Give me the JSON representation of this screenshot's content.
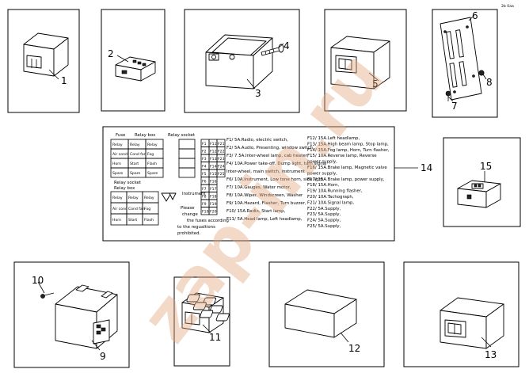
{
  "corner_mark": "2b 0aa",
  "callouts": [
    "1",
    "2",
    "3",
    "4",
    "5",
    "6",
    "7",
    "8",
    "9",
    "10",
    "11",
    "12",
    "13",
    "14",
    "15"
  ],
  "watermark": "zap-in.ru",
  "label_sheet": {
    "left_head": [
      "Fuse",
      "Relay box",
      "Relay socket"
    ],
    "left_grid": [
      [
        "Relay",
        "Relay",
        "Relay"
      ],
      [
        "Air cond",
        "Cond fan",
        "Fog"
      ],
      [
        "Horn",
        "Start",
        "Flash"
      ],
      [
        "Spare",
        "Spare",
        "Spare"
      ]
    ],
    "left_sub": [
      "Relay socket",
      "Relay box",
      "Instrument"
    ],
    "left_note": [
      "Please",
      "change",
      "the fuses according",
      "to the regualtions",
      "prohibited."
    ],
    "fuse_ids_a": [
      "F1",
      "F2",
      "F3",
      "F4",
      "F5",
      "F6",
      "F7",
      "F8",
      "F9",
      "F10"
    ],
    "fuse_ids_b": [
      "F11",
      "F12",
      "F13",
      "F14",
      "F15",
      "F16",
      "F17",
      "F18",
      "F19",
      "F20"
    ],
    "fuse_ids_c": [
      "F21",
      "F22",
      "F23",
      "F24",
      "F25"
    ],
    "mid_lines": [
      "F1/ 5A.Radio, electric switch,",
      "F2/ 5A.Audio, Presenting, window switch",
      "F3/ 7.5A.Inter-wheel lamp, cab heater,",
      "F4/ 10A.Power take-off, Dump light, turn signal",
      "Inter-wheel, main switch, instrument",
      "F6/ 10A.Instrument, Low tone horn, side light,",
      "F7/ 10A.Gauges, Water motor,",
      "F8/ 10A.Wiper, Windscreen, Washer",
      "F9/ 10A.Hazard, Flasher, Turn buzzer,",
      "F10/ 15A.Radio, Start lamp,",
      "F11/ 5A.Head lamp, Left headlamp,"
    ],
    "right_lines": [
      "F12/ 15A.Left headlamp,",
      "F13/ 15A.High beam lamp, Stop lamp,",
      "F14/ 15A.Fog lamp, Horn, Turn flasher,",
      "F15/ 10A.Reverse lamp, Reverse",
      "power supply,",
      "F16/ 15A.Brake lamp, Magnetic valve",
      "power supply,",
      "F17/ 15A.Brake lamp, power supply,",
      "F18/ 15A.Horn,",
      "F19/ 10A.Running flasher,",
      "F20/ 10A.Tachograph,",
      "F21/ 10A.Signal lamp,",
      "F22/ 5A.Supply,",
      "F23/ 5A.Supply,",
      "F24/ 5A.Supply,",
      "F25/ 5A.Supply,"
    ]
  }
}
